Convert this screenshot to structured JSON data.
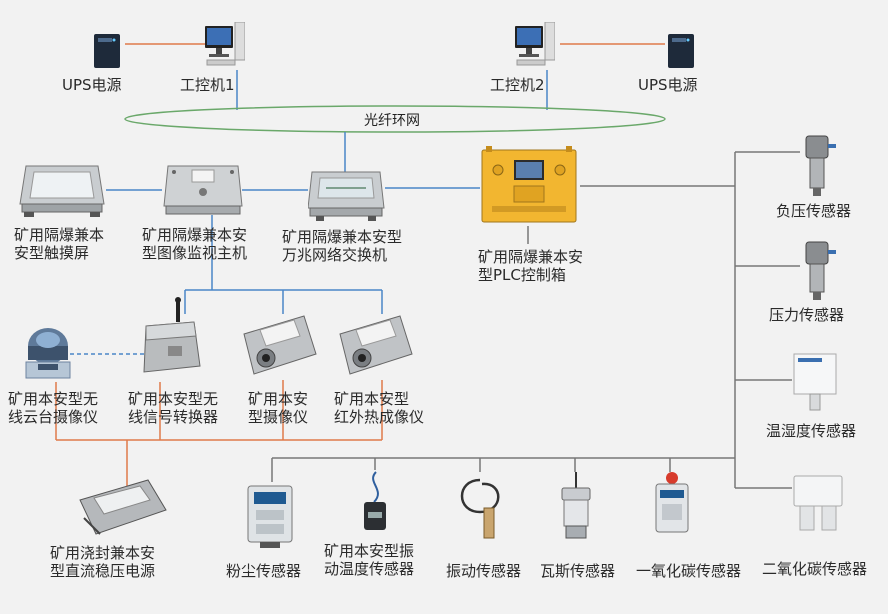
{
  "network_ring": "光纤环网",
  "top": {
    "ups_left": "UPS电源",
    "ipc1": "工控机1",
    "ipc2": "工控机2",
    "ups_right": "UPS电源"
  },
  "main_row": {
    "touch_screen": [
      "矿用隔爆兼本",
      "安型触摸屏"
    ],
    "video_host": [
      "矿用隔爆兼本安",
      "型图像监视主机"
    ],
    "switch": [
      "矿用隔爆兼本安型",
      "万兆网络交换机"
    ],
    "plc_box": [
      "矿用隔爆兼本安",
      "型PLC控制箱"
    ]
  },
  "camera_row": {
    "ptz_camera": [
      "矿用本安型无",
      "线云台摄像仪"
    ],
    "signal_converter": [
      "矿用本安型无",
      "线信号转换器"
    ],
    "camera": [
      "矿用本安",
      "型摄像仪"
    ],
    "ir_camera": [
      "矿用本安型",
      "红外热成像仪"
    ]
  },
  "power_supply": [
    "矿用浇封兼本安",
    "型直流稳压电源"
  ],
  "right_sensors": {
    "negative_pressure": "负压传感器",
    "pressure": "压力传感器",
    "temp_humidity": "温湿度传感器",
    "co2": "二氧化碳传感器"
  },
  "bottom_sensors": {
    "dust": "粉尘传感器",
    "vib_temp": [
      "矿用本安型振",
      "动温度传感器"
    ],
    "vibration": "振动传感器",
    "gas": "瓦斯传感器",
    "co": "一氧化碳传感器"
  },
  "colors": {
    "ethernet": "#4a86c8",
    "power": "#e07b4b",
    "signal": "#777777",
    "plc_yellow": "#f2b630"
  }
}
